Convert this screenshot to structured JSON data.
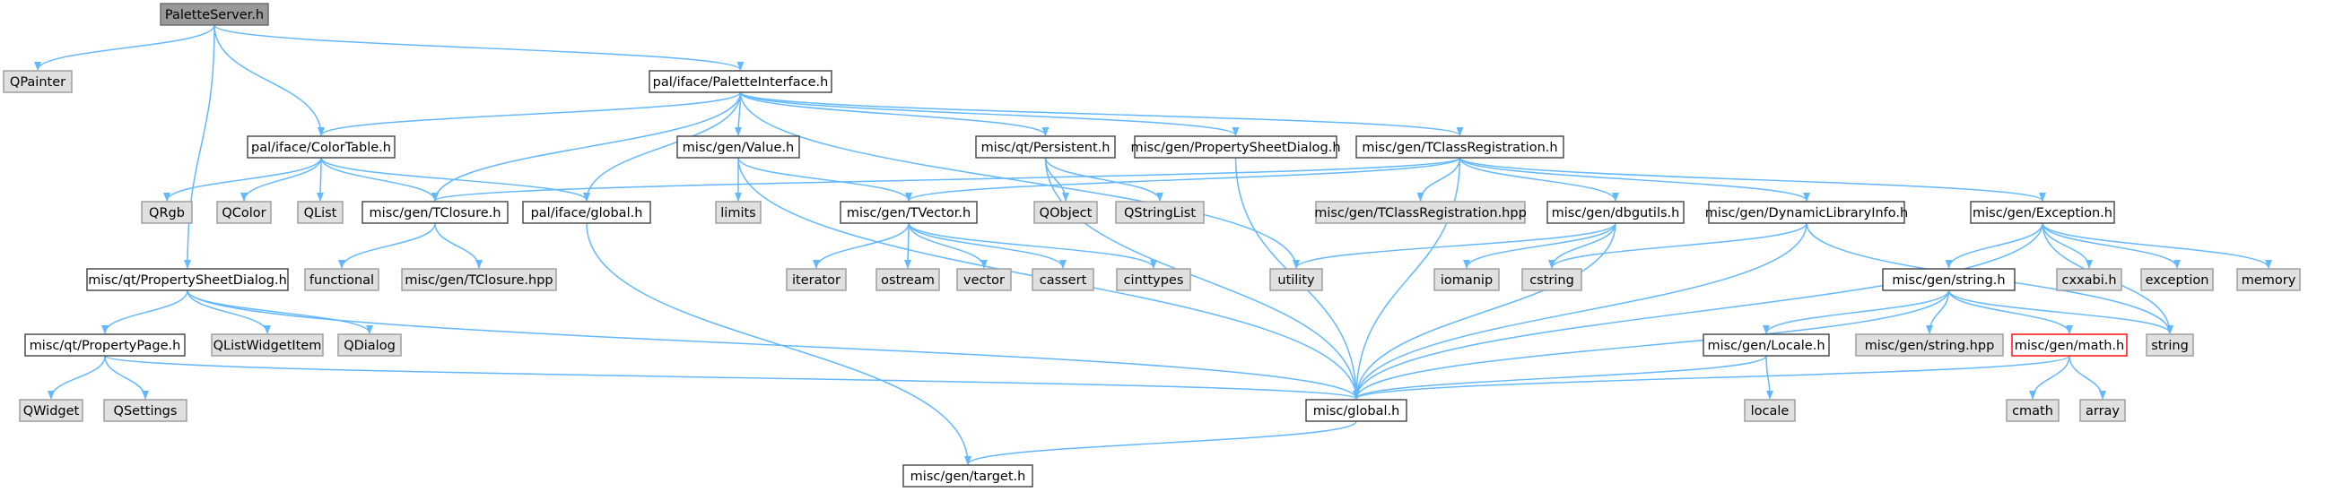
{
  "colors": {
    "edge": "#63b8ff",
    "node_fill": "#ffffff",
    "node_border": "#404040",
    "external_fill": "#e0e0e0",
    "external_border": "#999999",
    "root_fill": "#999999",
    "root_border": "#666666",
    "incomplete_fill": "#ffffff",
    "incomplete_border": "#ff0000"
  },
  "nodes": [
    {
      "id": "n_paletteserver",
      "label": "PaletteServer.h",
      "kind": "root"
    },
    {
      "id": "n_qpainter",
      "label": "QPainter",
      "kind": "external"
    },
    {
      "id": "n_paletteinterface",
      "label": "pal/iface/PaletteInterface.h",
      "kind": "file"
    },
    {
      "id": "n_colortable",
      "label": "pal/iface/ColorTable.h",
      "kind": "file"
    },
    {
      "id": "n_value",
      "label": "misc/gen/Value.h",
      "kind": "file"
    },
    {
      "id": "n_persistent",
      "label": "misc/qt/Persistent.h",
      "kind": "file"
    },
    {
      "id": "n_propsheetdialog_gen",
      "label": "misc/gen/PropertySheetDialog.h",
      "kind": "file"
    },
    {
      "id": "n_tclassreg",
      "label": "misc/gen/TClassRegistration.h",
      "kind": "file"
    },
    {
      "id": "n_qrgb",
      "label": "QRgb",
      "kind": "external"
    },
    {
      "id": "n_qcolor",
      "label": "QColor",
      "kind": "external"
    },
    {
      "id": "n_qlist",
      "label": "QList",
      "kind": "external"
    },
    {
      "id": "n_tclosure",
      "label": "misc/gen/TClosure.h",
      "kind": "file"
    },
    {
      "id": "n_palglobal",
      "label": "pal/iface/global.h",
      "kind": "file"
    },
    {
      "id": "n_limits",
      "label": "limits",
      "kind": "external"
    },
    {
      "id": "n_tvector",
      "label": "misc/gen/TVector.h",
      "kind": "file"
    },
    {
      "id": "n_qobject",
      "label": "QObject",
      "kind": "external"
    },
    {
      "id": "n_qstringlist",
      "label": "QStringList",
      "kind": "external"
    },
    {
      "id": "n_tclassreg_hpp",
      "label": "misc/gen/TClassRegistration.hpp",
      "kind": "external"
    },
    {
      "id": "n_dbgutils",
      "label": "misc/gen/dbgutils.h",
      "kind": "file"
    },
    {
      "id": "n_dynlib",
      "label": "misc/gen/DynamicLibraryInfo.h",
      "kind": "file"
    },
    {
      "id": "n_exception",
      "label": "misc/gen/Exception.h",
      "kind": "file"
    },
    {
      "id": "n_propsheetdialog_qt",
      "label": "misc/qt/PropertySheetDialog.h",
      "kind": "file"
    },
    {
      "id": "n_functional",
      "label": "functional",
      "kind": "external"
    },
    {
      "id": "n_tclosure_hpp",
      "label": "misc/gen/TClosure.hpp",
      "kind": "external"
    },
    {
      "id": "n_iterator",
      "label": "iterator",
      "kind": "external"
    },
    {
      "id": "n_ostream",
      "label": "ostream",
      "kind": "external"
    },
    {
      "id": "n_vector",
      "label": "vector",
      "kind": "external"
    },
    {
      "id": "n_cassert",
      "label": "cassert",
      "kind": "external"
    },
    {
      "id": "n_cinttypes",
      "label": "cinttypes",
      "kind": "external"
    },
    {
      "id": "n_utility",
      "label": "utility",
      "kind": "external"
    },
    {
      "id": "n_iomanip",
      "label": "iomanip",
      "kind": "external"
    },
    {
      "id": "n_cstring",
      "label": "cstring",
      "kind": "external"
    },
    {
      "id": "n_cxxabi",
      "label": "cxxabi.h",
      "kind": "external"
    },
    {
      "id": "n_exception_std",
      "label": "exception",
      "kind": "external"
    },
    {
      "id": "n_memory",
      "label": "memory",
      "kind": "external"
    },
    {
      "id": "n_propertypage",
      "label": "misc/qt/PropertyPage.h",
      "kind": "file"
    },
    {
      "id": "n_qlistwidgetitem",
      "label": "QListWidgetItem",
      "kind": "external"
    },
    {
      "id": "n_qdialog",
      "label": "QDialog",
      "kind": "external"
    },
    {
      "id": "n_string_h",
      "label": "misc/gen/string.h",
      "kind": "file"
    },
    {
      "id": "n_qwidget",
      "label": "QWidget",
      "kind": "external"
    },
    {
      "id": "n_qsettings",
      "label": "QSettings",
      "kind": "external"
    },
    {
      "id": "n_locale_h",
      "label": "misc/gen/Locale.h",
      "kind": "file"
    },
    {
      "id": "n_string_hpp",
      "label": "misc/gen/string.hpp",
      "kind": "external"
    },
    {
      "id": "n_math",
      "label": "misc/gen/math.h",
      "kind": "incomplete"
    },
    {
      "id": "n_string_std",
      "label": "string",
      "kind": "external"
    },
    {
      "id": "n_miscglobal",
      "label": "misc/global.h",
      "kind": "file"
    },
    {
      "id": "n_locale_std",
      "label": "locale",
      "kind": "external"
    },
    {
      "id": "n_cmath",
      "label": "cmath",
      "kind": "external"
    },
    {
      "id": "n_array",
      "label": "array",
      "kind": "external"
    },
    {
      "id": "n_target",
      "label": "misc/gen/target.h",
      "kind": "file"
    }
  ],
  "edges": [
    [
      "n_paletteserver",
      "n_qpainter"
    ],
    [
      "n_paletteserver",
      "n_paletteinterface"
    ],
    [
      "n_paletteserver",
      "n_colortable"
    ],
    [
      "n_paletteserver",
      "n_propsheetdialog_qt"
    ],
    [
      "n_paletteinterface",
      "n_colortable"
    ],
    [
      "n_paletteinterface",
      "n_value"
    ],
    [
      "n_paletteinterface",
      "n_persistent"
    ],
    [
      "n_paletteinterface",
      "n_propsheetdialog_gen"
    ],
    [
      "n_paletteinterface",
      "n_tclassreg"
    ],
    [
      "n_paletteinterface",
      "n_tclosure"
    ],
    [
      "n_paletteinterface",
      "n_palglobal"
    ],
    [
      "n_paletteinterface",
      "n_utility"
    ],
    [
      "n_colortable",
      "n_qrgb"
    ],
    [
      "n_colortable",
      "n_qcolor"
    ],
    [
      "n_colortable",
      "n_qlist"
    ],
    [
      "n_colortable",
      "n_tclosure"
    ],
    [
      "n_colortable",
      "n_palglobal"
    ],
    [
      "n_value",
      "n_limits"
    ],
    [
      "n_value",
      "n_tvector"
    ],
    [
      "n_value",
      "n_miscglobal"
    ],
    [
      "n_persistent",
      "n_qobject"
    ],
    [
      "n_persistent",
      "n_qstringlist"
    ],
    [
      "n_persistent",
      "n_miscglobal"
    ],
    [
      "n_propsheetdialog_gen",
      "n_miscglobal"
    ],
    [
      "n_tclassreg",
      "n_tclosure"
    ],
    [
      "n_tclassreg",
      "n_tvector"
    ],
    [
      "n_tclassreg",
      "n_tclassreg_hpp"
    ],
    [
      "n_tclassreg",
      "n_dbgutils"
    ],
    [
      "n_tclassreg",
      "n_dynlib"
    ],
    [
      "n_tclassreg",
      "n_exception"
    ],
    [
      "n_tclassreg",
      "n_miscglobal"
    ],
    [
      "n_tclosure",
      "n_functional"
    ],
    [
      "n_tclosure",
      "n_tclosure_hpp"
    ],
    [
      "n_palglobal",
      "n_target"
    ],
    [
      "n_tvector",
      "n_iterator"
    ],
    [
      "n_tvector",
      "n_ostream"
    ],
    [
      "n_tvector",
      "n_vector"
    ],
    [
      "n_tvector",
      "n_cassert"
    ],
    [
      "n_tvector",
      "n_cinttypes"
    ],
    [
      "n_dbgutils",
      "n_utility"
    ],
    [
      "n_dbgutils",
      "n_iomanip"
    ],
    [
      "n_dbgutils",
      "n_cstring"
    ],
    [
      "n_dbgutils",
      "n_miscglobal"
    ],
    [
      "n_dynlib",
      "n_cstring"
    ],
    [
      "n_dynlib",
      "n_string_std"
    ],
    [
      "n_dynlib",
      "n_miscglobal"
    ],
    [
      "n_exception",
      "n_cxxabi"
    ],
    [
      "n_exception",
      "n_exception_std"
    ],
    [
      "n_exception",
      "n_memory"
    ],
    [
      "n_exception",
      "n_string_h"
    ],
    [
      "n_exception",
      "n_string_std"
    ],
    [
      "n_exception",
      "n_miscglobal"
    ],
    [
      "n_propsheetdialog_qt",
      "n_propertypage"
    ],
    [
      "n_propsheetdialog_qt",
      "n_qlistwidgetitem"
    ],
    [
      "n_propsheetdialog_qt",
      "n_qdialog"
    ],
    [
      "n_propsheetdialog_qt",
      "n_miscglobal"
    ],
    [
      "n_propertypage",
      "n_qwidget"
    ],
    [
      "n_propertypage",
      "n_qsettings"
    ],
    [
      "n_propertypage",
      "n_miscglobal"
    ],
    [
      "n_string_h",
      "n_locale_h"
    ],
    [
      "n_string_h",
      "n_string_hpp"
    ],
    [
      "n_string_h",
      "n_math"
    ],
    [
      "n_string_h",
      "n_string_std"
    ],
    [
      "n_string_h",
      "n_miscglobal"
    ],
    [
      "n_locale_h",
      "n_locale_std"
    ],
    [
      "n_locale_h",
      "n_miscglobal"
    ],
    [
      "n_math",
      "n_cmath"
    ],
    [
      "n_math",
      "n_array"
    ],
    [
      "n_math",
      "n_miscglobal"
    ],
    [
      "n_miscglobal",
      "n_target"
    ]
  ]
}
